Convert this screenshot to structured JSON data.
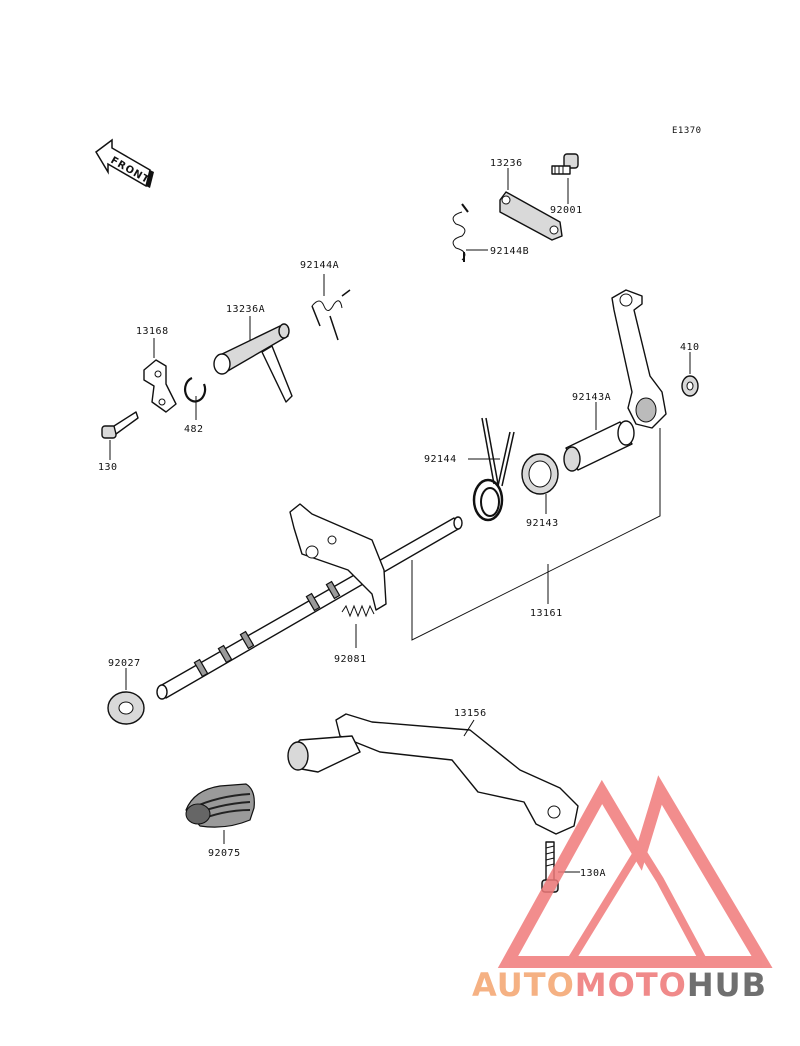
{
  "diagram": {
    "ref_code": "E1370",
    "front_label": "FRONT",
    "parts": [
      {
        "id": "p13236",
        "label": "13236"
      },
      {
        "id": "p92001",
        "label": "92001"
      },
      {
        "id": "p92144B",
        "label": "92144B"
      },
      {
        "id": "p92144A",
        "label": "92144A"
      },
      {
        "id": "p13236A",
        "label": "13236A"
      },
      {
        "id": "p13168",
        "label": "13168"
      },
      {
        "id": "p482",
        "label": "482"
      },
      {
        "id": "p130",
        "label": "130"
      },
      {
        "id": "p410",
        "label": "410"
      },
      {
        "id": "p92143A",
        "label": "92143A"
      },
      {
        "id": "p92144",
        "label": "92144"
      },
      {
        "id": "p92143",
        "label": "92143"
      },
      {
        "id": "p13161",
        "label": "13161"
      },
      {
        "id": "p92081",
        "label": "92081"
      },
      {
        "id": "p92027",
        "label": "92027"
      },
      {
        "id": "p13156",
        "label": "13156"
      },
      {
        "id": "p92075",
        "label": "92075"
      },
      {
        "id": "p130A",
        "label": "130A"
      }
    ]
  },
  "watermark": {
    "text_part1": "AUTO",
    "text_part2": "MOTO",
    "text_part3": "HUB",
    "colors": {
      "part1": "#f5b183",
      "part2": "#f08a8a",
      "part3": "#6f6f6f",
      "triangle": "#f07a7a"
    }
  }
}
